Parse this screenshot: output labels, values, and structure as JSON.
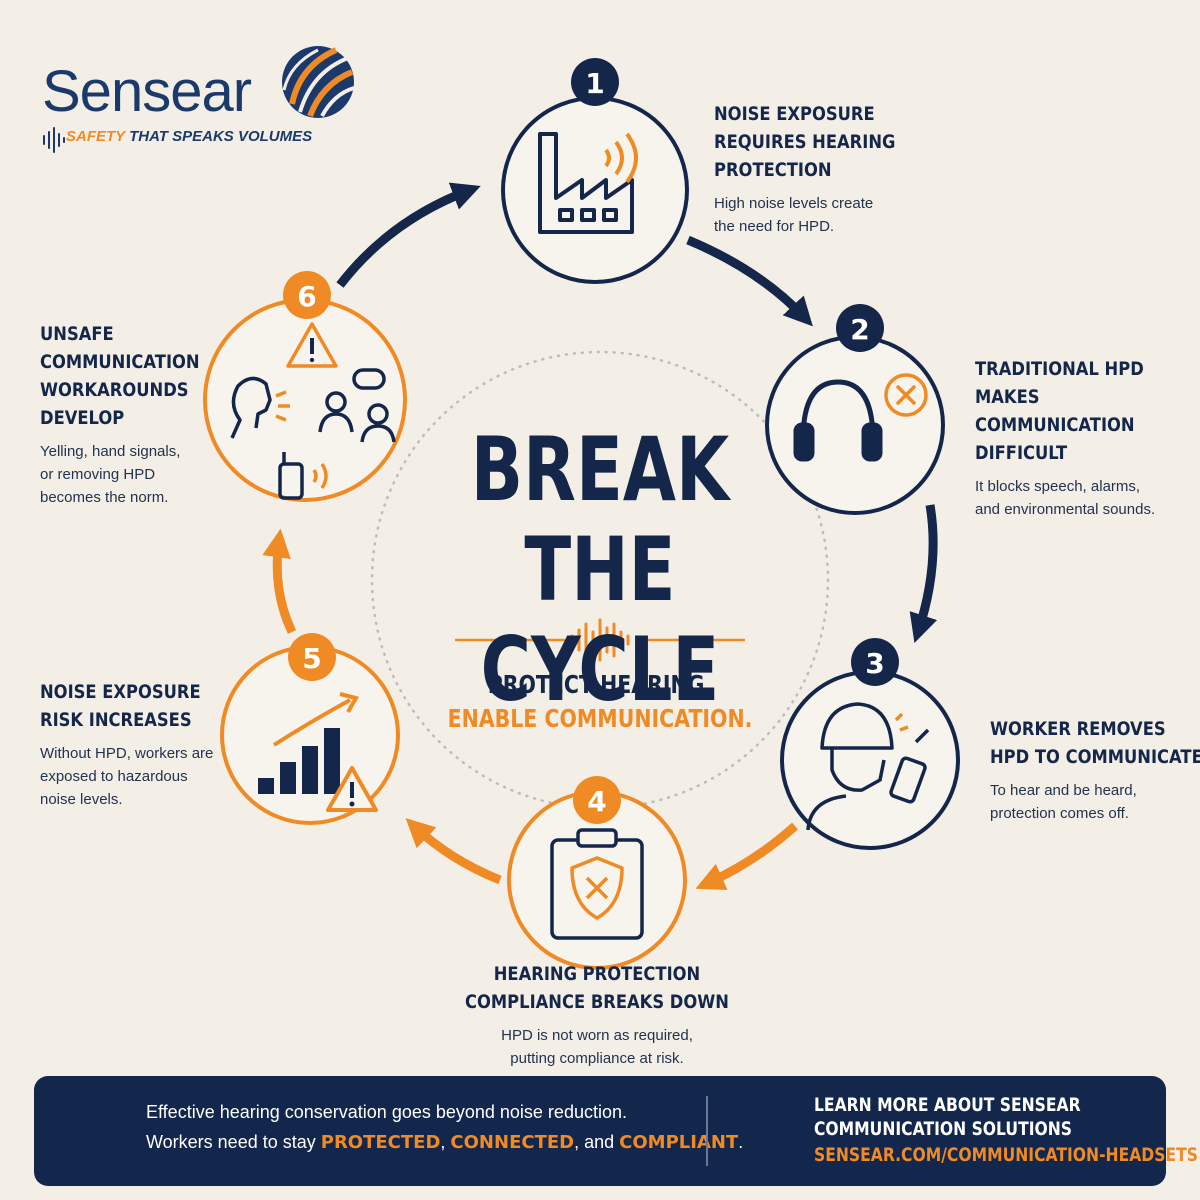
{
  "brand": {
    "name": "Sensear",
    "tagline_accent": "SAFETY",
    "tagline_rest": " THAT SPEAKS VOLUMES"
  },
  "colors": {
    "navy": "#14264a",
    "orange": "#f08a24",
    "background": "#f3efe6"
  },
  "center": {
    "title": "BREAK\nTHE CYCLE",
    "line1": "PROTECT HEARING.",
    "line2": "ENABLE COMMUNICATION."
  },
  "steps": [
    {
      "number": "1",
      "title": "NOISE EXPOSURE\nREQUIRES HEARING\nPROTECTION",
      "desc": "High noise levels create\nthe need for HPD.",
      "icon": "factory-noise-icon",
      "color": "#14264a"
    },
    {
      "number": "2",
      "title": "TRADITIONAL HPD\nMAKES COMMUNICATION\nDIFFICULT",
      "desc": "It blocks speech, alarms,\nand environmental sounds.",
      "icon": "headphones-blocked-icon",
      "color": "#14264a"
    },
    {
      "number": "3",
      "title": "WORKER REMOVES\nHPD TO COMMUNICATE",
      "desc": "To hear and be heard,\nprotection comes off.",
      "icon": "worker-radio-icon",
      "color": "#14264a"
    },
    {
      "number": "4",
      "title": "HEARING PROTECTION\nCOMPLIANCE BREAKS DOWN",
      "desc": "HPD is not worn as required,\nputting compliance at risk.",
      "icon": "clipboard-shield-icon",
      "color": "#f08a24"
    },
    {
      "number": "5",
      "title": "NOISE EXPOSURE\nRISK INCREASES",
      "desc": "Without HPD, workers are\nexposed to hazardous\nnoise levels.",
      "icon": "rising-chart-warning-icon",
      "color": "#f08a24"
    },
    {
      "number": "6",
      "title": "UNSAFE\nCOMMUNICATION\nWORKAROUNDS\nDEVELOP",
      "desc": "Yelling, hand signals,\nor removing HPD\nbecomes the norm.",
      "icon": "unsafe-communication-icon",
      "color": "#f08a24"
    }
  ],
  "footer": {
    "line1": "Effective hearing conservation goes beyond noise reduction.",
    "line2_prefix": "Workers need to stay ",
    "protected": "PROTECTED",
    "sep1": ", ",
    "connected": "CONNECTED",
    "sep2": ", and ",
    "compliant": "COMPLIANT",
    "end": ".",
    "cta_line1": "LEARN MORE ABOUT SENSEAR",
    "cta_line2": "COMMUNICATION SOLUTIONS",
    "cta_url": "SENSEAR.COM/COMMUNICATION-HEADSETS"
  }
}
